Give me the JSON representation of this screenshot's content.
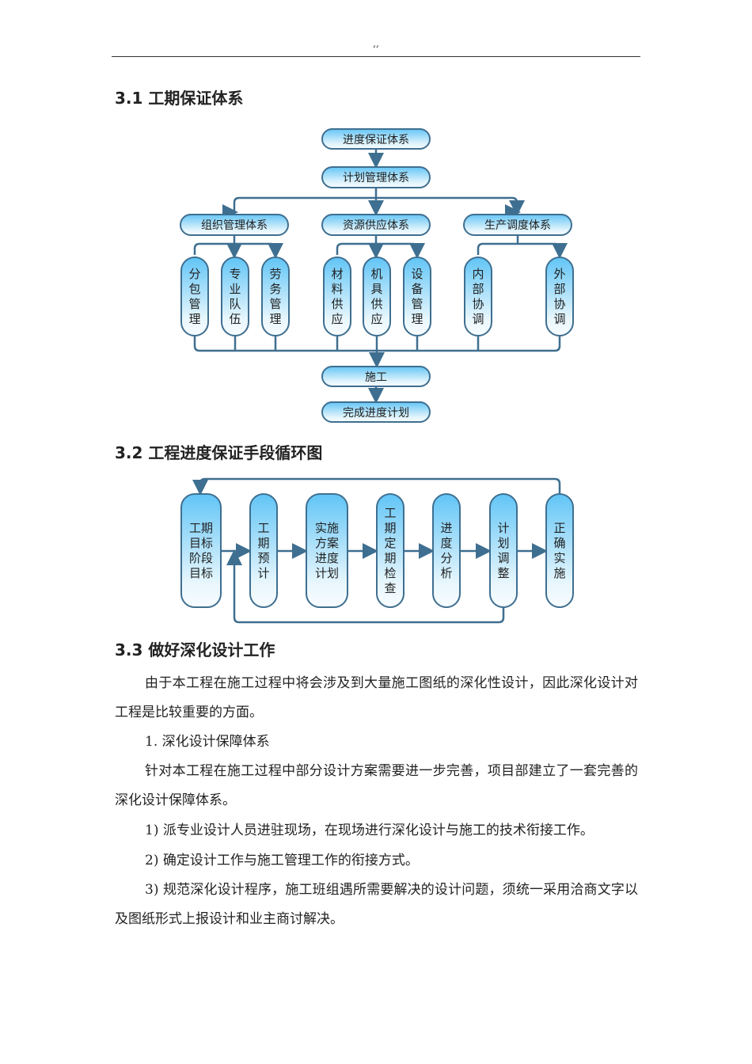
{
  "header": ",,",
  "sections": [
    {
      "title": "3.1  工期保证体系"
    },
    {
      "title": "3.2  工程进度保证手段循环图"
    },
    {
      "title": "3.3  做好深化设计工作"
    }
  ],
  "diagram1": {
    "top": "进度保证体系",
    "plan": "计划管理体系",
    "groups": [
      "组织管理体系",
      "资源供应体系",
      "生产调度体系"
    ],
    "leaves": [
      "分包管理",
      "专业队伍",
      "劳务管理",
      "材料供应",
      "机具供应",
      "设备管理",
      "内部协调",
      "外部协调"
    ],
    "construct": "施工",
    "finish": "完成进度计划"
  },
  "diagram2": {
    "steps": [
      "工期目标阶段目标",
      "工期预计",
      "实施方案进度计划",
      "工期定期检查",
      "进度分析",
      "计划调整",
      "正确实施"
    ]
  },
  "body": {
    "p1": "由于本工程在施工过程中将会涉及到大量施工图纸的深化性设计，因此深化设计对工程是比较重要的方面。",
    "p2": "1. 深化设计保障体系",
    "p3": "针对本工程在施工过程中部分设计方案需要进一步完善，项目部建立了一套完善的深化设计保障体系。",
    "p4": "1) 派专业设计人员进驻现场，在现场进行深化设计与施工的技术衔接工作。",
    "p5": "2) 确定设计工作与施工管理工作的衔接方式。",
    "p6": "3) 规范深化设计程序，施工班组遇所需要解决的设计问题，须统一采用洽商文字以及图纸形式上报设计和业主商讨解决。"
  }
}
